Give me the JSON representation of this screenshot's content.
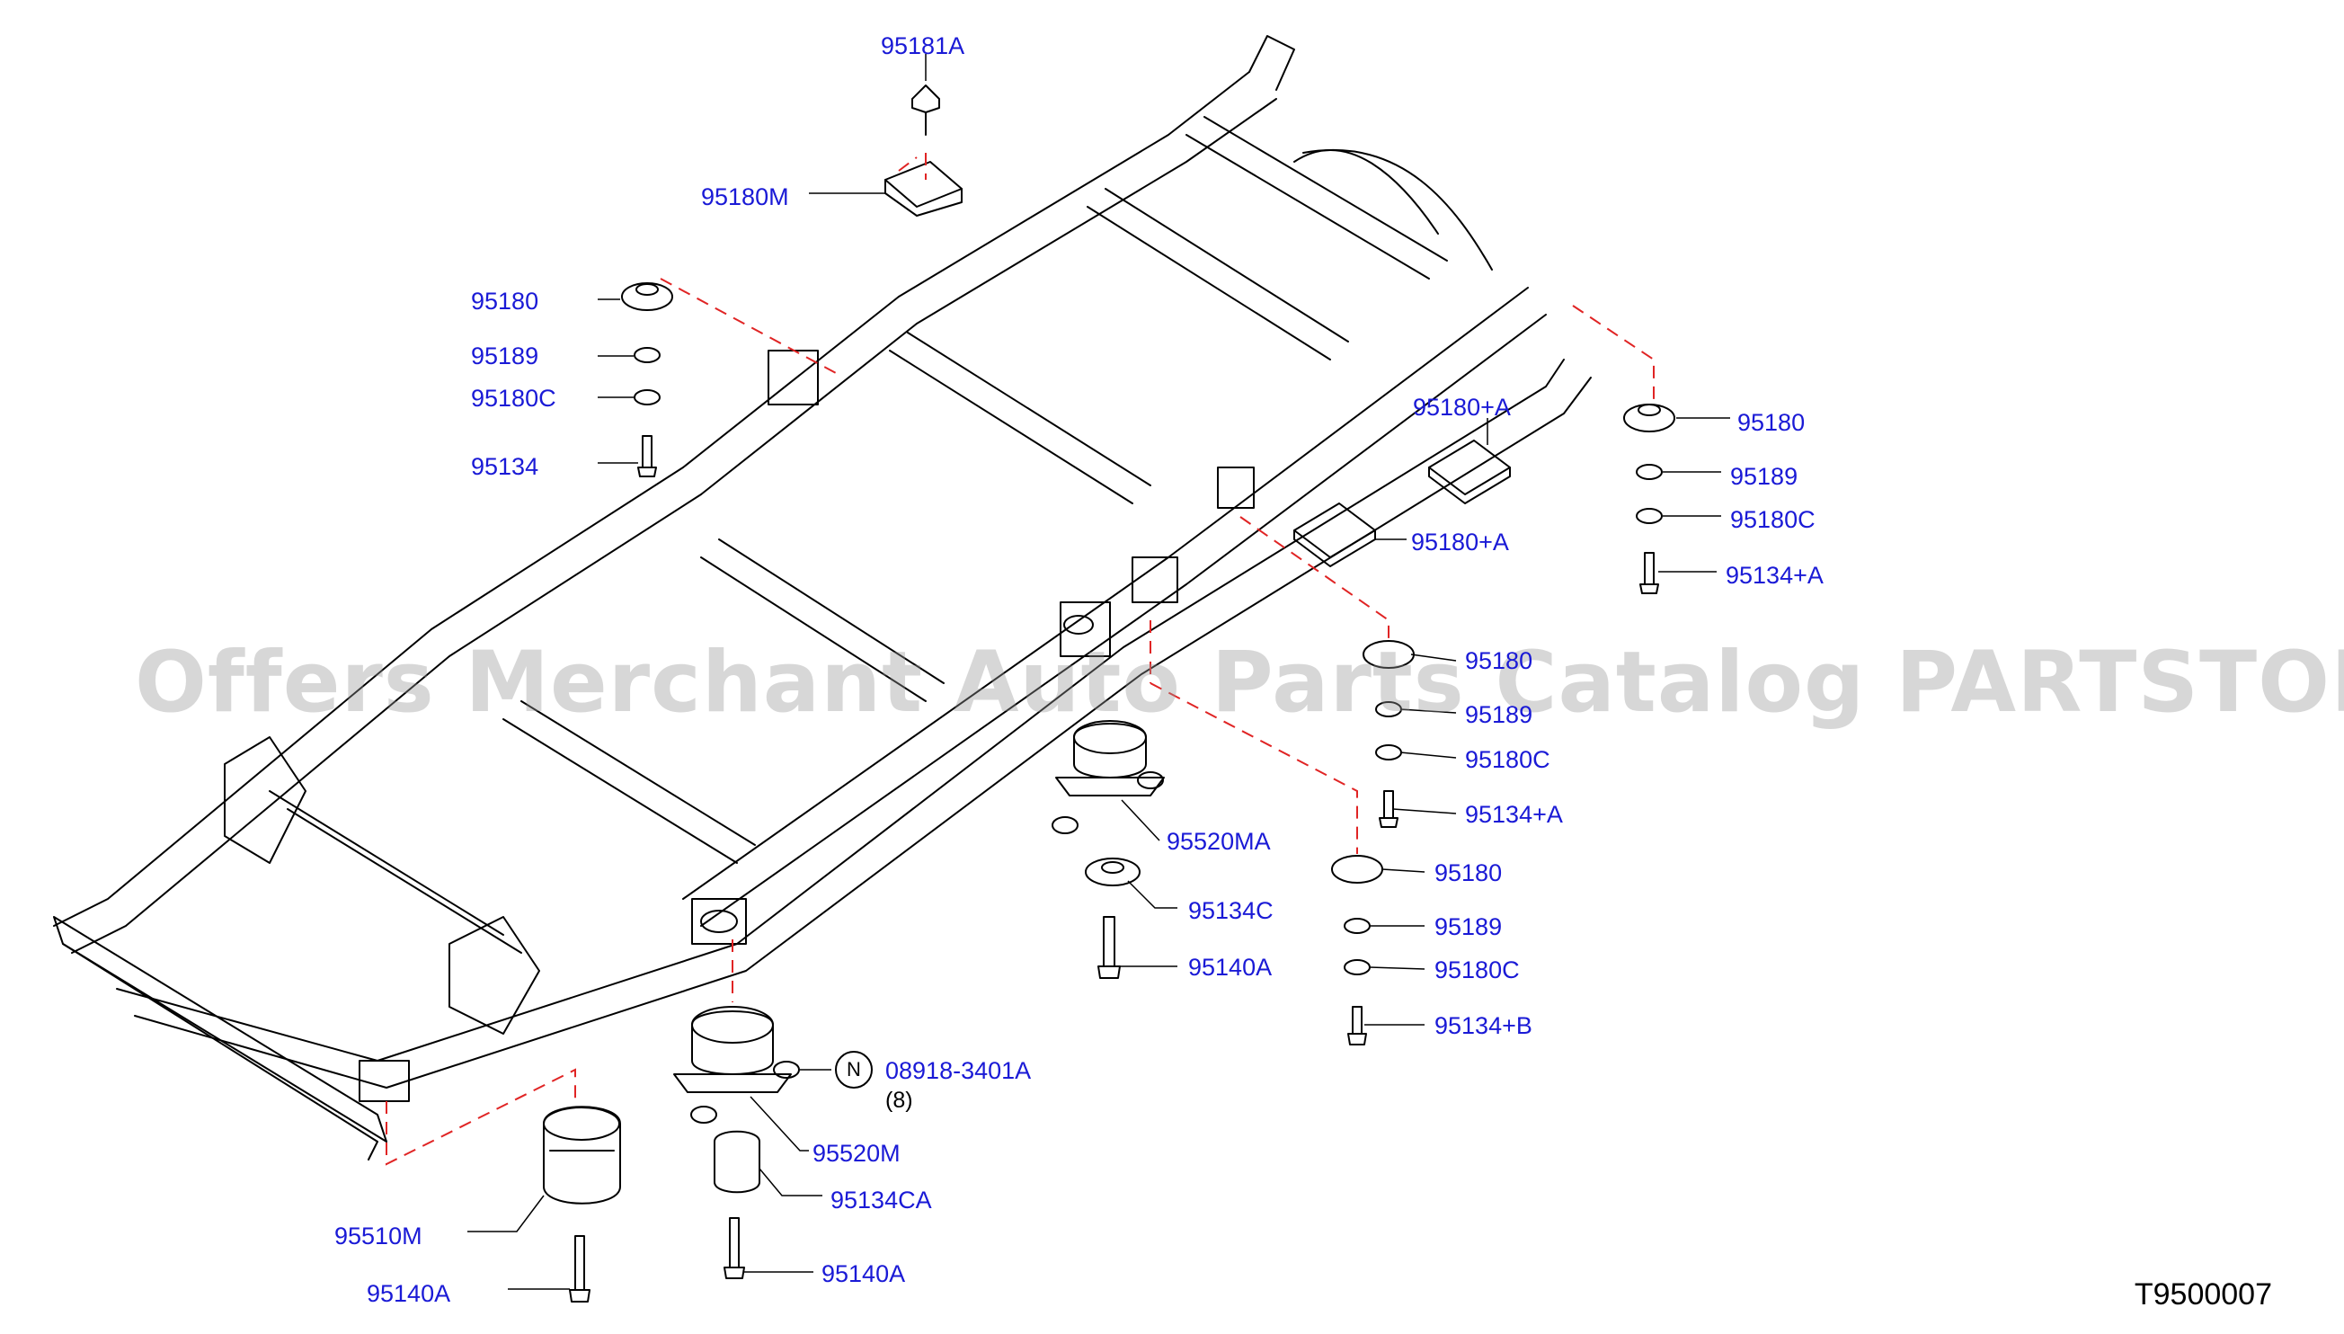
{
  "watermark": "Offers Merchant Auto Parts Catalog PARTSTORE.SA",
  "reference_code": "T9500007",
  "badge_symbol": "N",
  "colors": {
    "label": "#1a1ad6",
    "dashed_leader": "#e02424",
    "line": "#000000"
  },
  "labels": [
    "95181A",
    "95180M",
    "95180",
    "95189",
    "95180C",
    "95134",
    "95180+A",
    "95180+A",
    "95180",
    "95189",
    "95180C",
    "95134+A",
    "95180",
    "95189",
    "95180C",
    "95134+A",
    "95520MA",
    "95134C",
    "95140A",
    "95180",
    "95189",
    "95180C",
    "95134+B",
    "08918-3401A",
    "95520M",
    "95134CA",
    "95140A",
    "95510M",
    "95140A"
  ],
  "quantity_note": "(8)"
}
